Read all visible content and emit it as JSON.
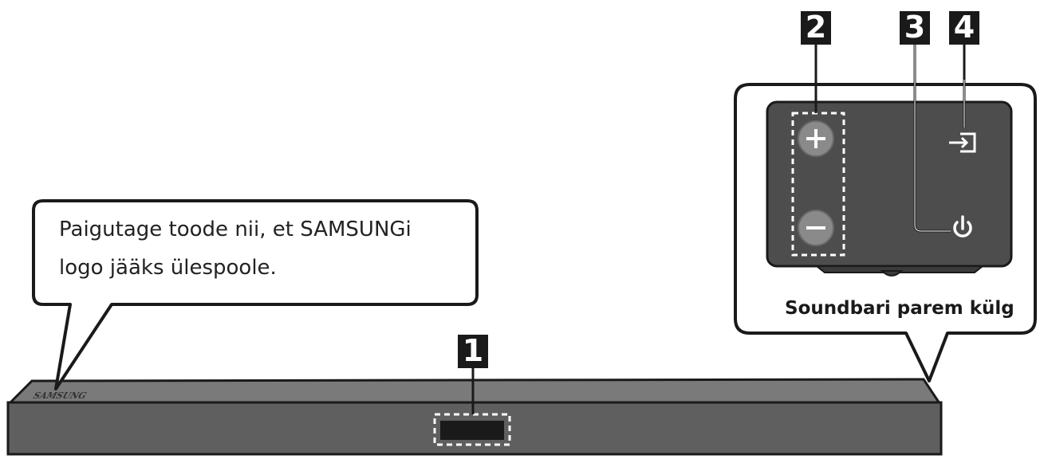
{
  "callout": {
    "line1": "Paigutage toode nii, et SAMSUNGi",
    "line2": "logo jääks ülespoole."
  },
  "brand_logo": "SAMSUNG",
  "side_panel": {
    "caption": "Soundbari parem külg"
  },
  "labels": [
    "1",
    "2",
    "3",
    "4"
  ],
  "icons": {
    "volume_up": "plus-icon",
    "volume_down": "minus-icon",
    "power": "power-icon",
    "source": "source-input-icon"
  },
  "colors": {
    "device_body": "#5f5f5f",
    "device_top": "#7a7a7a",
    "panel": "#4d4d4d",
    "button_face": "#8a8a8a",
    "badge": "#1a1a1a",
    "outline": "#1a1a1a"
  }
}
